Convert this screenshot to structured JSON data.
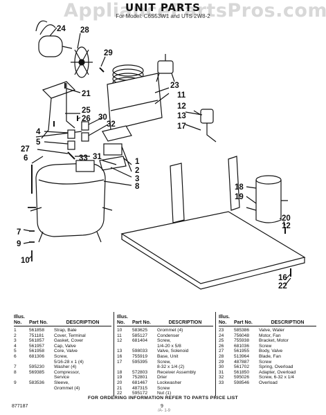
{
  "header": {
    "watermark": "AppliancePartsPros.com",
    "title": "UNIT PARTS",
    "subtitle": "For Model: C6S53W1 and UTS 2W8-2"
  },
  "callouts": [
    "24",
    "28",
    "29",
    "25",
    "26",
    "21",
    "23",
    "11",
    "12",
    "13",
    "17",
    "30",
    "32",
    "4",
    "5",
    "27",
    "6",
    "31",
    "33",
    "1",
    "2",
    "3",
    "8",
    "18",
    "19",
    "20",
    "12",
    "7",
    "9",
    "10",
    "16",
    "22"
  ],
  "table": {
    "headers": {
      "illus": "Illus. No.",
      "part": "Part No.",
      "desc": "DESCRIPTION"
    },
    "columns": [
      [
        [
          "1",
          "561858",
          "Strap, Bale"
        ],
        [
          "2",
          "751181",
          "Cover, Terminal"
        ],
        [
          "3",
          "561857",
          "Gasket, Cover"
        ],
        [
          "4",
          "561957",
          "Cap, Valve"
        ],
        [
          "5",
          "561958",
          "Core, Valve"
        ],
        [
          "6",
          "681306",
          "Screw,"
        ],
        [
          "",
          "",
          "5/16-28 x 1 (4)"
        ],
        [
          "7",
          "595230",
          "Washer (4)"
        ],
        [
          "8",
          "569385",
          "Compressor,"
        ],
        [
          "",
          "",
          "Service"
        ],
        [
          "9",
          "583536",
          "Sleeve,"
        ],
        [
          "",
          "",
          "Grommet (4)"
        ]
      ],
      [
        [
          "10",
          "583625",
          "Grommet (4)"
        ],
        [
          "11",
          "585127",
          "Condenser"
        ],
        [
          "12",
          "681404",
          "Screw,"
        ],
        [
          "",
          "",
          "1/4-20 x 5/8"
        ],
        [
          "13",
          "598033",
          "Valve, Solenoid"
        ],
        [
          "16",
          "755919",
          "Base, Unit"
        ],
        [
          "17",
          "595395",
          "Screw,"
        ],
        [
          "",
          "",
          "8-32 x 1/4 (2)"
        ],
        [
          "18",
          "572803",
          "Receiver Assembly"
        ],
        [
          "19",
          "752801",
          "Drier"
        ],
        [
          "20",
          "681467",
          "Lockwasher"
        ],
        [
          "21",
          "487315",
          "Screw"
        ],
        [
          "22",
          "595172",
          "Nut (1)"
        ]
      ],
      [
        [
          "23",
          "585386",
          "Valve, Water"
        ],
        [
          "24",
          "756048",
          "Motor, Fan"
        ],
        [
          "25",
          "755938",
          "Bracket, Motor"
        ],
        [
          "26",
          "681036",
          "Screw"
        ],
        [
          "27",
          "561955",
          "Body, Valve"
        ],
        [
          "28",
          "513964",
          "Blade, Fan"
        ],
        [
          "29",
          "487887",
          "Screw"
        ],
        [
          "30",
          "561702",
          "Spring, Overload"
        ],
        [
          "31",
          "561850",
          "Adapter, Overload"
        ],
        [
          "32",
          "595026",
          "Screw, 6-32 x 1/4"
        ],
        [
          "33",
          "598546",
          "Overload"
        ]
      ]
    ]
  },
  "footer": {
    "note": "FOR ORDERING INFORMATION REFER TO PARTS PRICE LIST",
    "doc_number": "877187",
    "page": "9",
    "scribble": "/A- 1-9"
  }
}
